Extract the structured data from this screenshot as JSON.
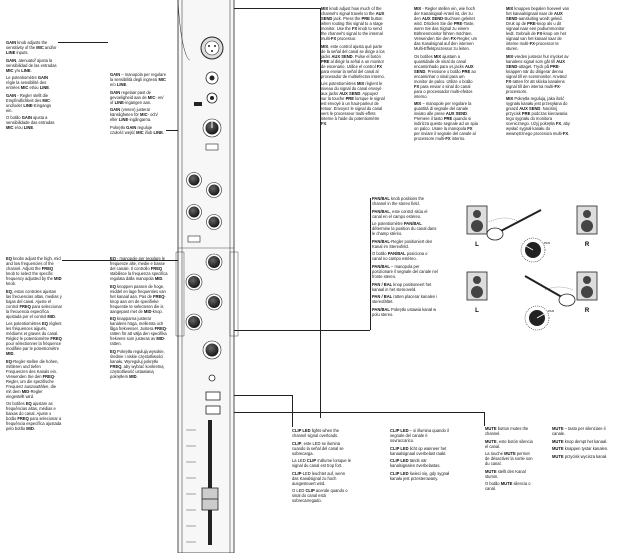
{
  "gain_col": {
    "p1": "GAIN knob adjusts the sensitivity of the MIC and/or LINE inputs.",
    "p2": "GAIN, atenuatoř ajusta la sensibilidad de las entradas MIC y/o LINE.",
    "p3": "Le potentiomètre GAIN règle la sensibilité des entrées MIC et/ou LINE.",
    "p4": "GAIN - Regler stellt die Empfindlichkeit des MIC- und/oder LINE-Eingangs ein.",
    "p5": "O botão GAIN ajusta a sensibilidade das entradas MIC e/ou LINE."
  },
  "gain_col2": {
    "p1": "GAIN – manopola per regolare la sensibilità degli ingressi MIC e/o LINE.",
    "p2": "GAIN regelaar past de gevoeligheid aan de MIC- en/ of LINE-ingangen aan.",
    "p3": "GAIN (vreten) justerar känsligheten för MIC- och/ eller LINE-ingångarna.",
    "p4": "Pokrętło GAIN reguluje czułość wejść MIC i/lub LINE."
  },
  "mix_col1": {
    "p1": "MIX knob adjust how much of the channel's signal travels to the AUX SEND jack. Press the PRE button when routing this signal to a stage monitor. Use the FX knob to send the channel's signal to the internal multi-FX processor.",
    "p2": "MIX, este control ajusta qué parte de la señal del canal se dirige a los jacks AUX SEND. Pulse el botón PRE al dirigir la señal a un monitor de escenario. Utilice el control FX para enviar la señal del canal al procesador de multiefectos interno.",
    "p3": "Les potentiomètres MIX règlent le niveau du signal du canal envoyé aux jacks AUX SEND. Appuyez sur la touche PRE lorsque le signal est envoyé à un haut-parleur de retour. Envoyez le signal du canal vers le processeur multi-effets interne à l'aide du potentiomètre FX."
  },
  "mix_col2": {
    "p1": "MIX - Regler stellen ein, wie hoch der Kanalsignal-Anteil ist, der zu den AUX SEND-Buchsen geleitet wird. Drücken Sie die PRE-Taste, wenn Sie das Signal zu einem Bühnenmonitor führen möchten. Verwenden Sie den FX-Regler, um das Kanalsignal auf den internen Multi-Effektprozessor zu leiten.",
    "p2": "Os botões MIX ajustam a quantidade de sinal do canal encaminhado para os jacks AUX SEND. Pressione o botão PRE ao encaminhar o sinal para um monitor de palco. Utilize o botão FX para enviar o sinal do canal para o processador multi-efeitos interno.",
    "p3": "MIX – manopole per regolare la quantità di segnale del canale inviato alle prese AUX SEND. Premere il tasto PRE quando si indirizza questo segnale ad un spia on palco. Usare la manopola FX per inviare il segnale del canale al processore multi-FX interno."
  },
  "mix_col3": {
    "p1": "MIX knoppen bepalen hoeveel van het kanaalsignaal naar de AUX SEND-aansluiting wordt geleid. Druk op de PRE-knop als u dit signaal naar een podiummonitor leidt. Gebruik de FX-knop om het signaal van het kanaal naar de interne multi-FX-processor te sturen.",
    "p2": "MIX-vreden justerar hur mycket av kanalens signal som går till AUX SEND-uttaget. Tryck på PRE-knappen när du dirigerar denna signal till en scenmonitor. Använd FX-ratten för att skicka kanalens signal till den interna multi-FX-processorn.",
    "p3": "MIX Pokrętła regulują, jaka ilość sygnału kanału jest przesyłana do gniazd AUX SEND. Naciśnij przycisk PRE podczas kierowania tego sygnału do monitora scenicznego. Użyj pokrętła FX, aby wysłać sygnał kanału do wewnętrznego procesora multi-FX."
  },
  "pan_col": {
    "p1": "PAN/BAL knob positions the channel in the stereo field.",
    "p2": "PAN/BAL, este control sitúa el canal en el campo estéreo.",
    "p3": "Le potentiomètre PAN/BAL détermine la position du canal dans le champ stéréo.",
    "p4": "PAN/BAL-Regler positioniert den Kanal im Stereofeld.",
    "p5": "O botão PAN/BAL posiciona o canal no campo estéreo.",
    "p6": "PAN/BAL – manopola per posizionare il segnale del canale nel fronte stereo.",
    "p7": "PAN / BAL knop positioneert het kanaal in het stereoveld.",
    "p8": "PAN / BAL ratten placerar kanalen i stereofältet.",
    "p9": "PAN/BAL Pokrętło ustawia kanał w polu stereo."
  },
  "eq_col1": {
    "p1": "EQ knobs adjust the high, mid and low frequencies of the channel. Adjust the FREQ knob to select the specific frequency adjusted by the MID knob.",
    "p2": "EQ, estos controles ajustan las frecuencias altas, medias y bajas del canal. Ajuste el control FREQ para seleccionar la frecuencia específica ajustada por el control MID.",
    "p3": "Les potentiomètres EQ règlent les fréquences aiguës, médiums et graves du canal. Réglez le potentiomètre FREQ pour sélectionner la fréquence modifiée par le potentiomètre MID.",
    "p4": "EQ-Regler stellen die hohen, mittleren und tiefen Frequenzen des Kanals ein. Verwenden Sie den FREQ-Regler, um die spezifische Frequenz auszuwählen, die mit dem MID-Regler eingestellt wird.",
    "p5": "Os botões EQ ajustam as frequências altas, médias e baixas do canal. Ajuste o botão FREQ para selecionar a frequência específica ajustada pelo botão MID."
  },
  "eq_col2": {
    "p1": "EQ - manopole per regolare le frequenze alte, medie e basse del canale. Il controllo FREQ stabilisce la frequenza specifica regolata dalla manopola MID.",
    "p2": "EQ knoppen passen de hoge, middel en lage frequenties van het kanaal aan. Pas de FREQ-knop aan om de specifieke frequentie te selecteren die is aangepast met de MID-knop.",
    "p3": "EQ knapparna justerar kanalens höga, mellersta och låga frekvenser. Justera FREQ-ratten för att välja den specifika frekvens som justeras av MID-ratten.",
    "p4": "EQ Pokrętła regulują wysokie, średnie i niskie częstotliwości kanału. Wyreguluj pokrętło FREQ, aby wybrać konkretną częstotliwość ustawianą pokrętłem MID."
  },
  "clip_col1": {
    "p1": "CLIP LED lights when the channel signal overloads.",
    "p2": "CLIP, este LED se ilumina cuando la señal del canal se sobrecarga.",
    "p3": "La LED CLIP s'allume lorsque le signal du canal est trop fort.",
    "p4": "CLIP-LED leuchtet auf, wenn das Kanalsignal zu hoch ausgesteuert wird.",
    "p5": "O LED CLIP acende quando o sinal do canal está sobrecarregado."
  },
  "clip_col2": {
    "p1": "CLIP LED – si illumina quando il segnale del canale è sovraccarico.",
    "p2": "CLIP LED licht op wanneer het kanaalsignaal overbelast raakt.",
    "p3": "CLIP LED tänds när kanalsignalen överbelastas.",
    "p4": "CLIP LED świeci się, gdy sygnał kanału jest przesterowany."
  },
  "mute_col1": {
    "p1": "MUTE button mutes the channel.",
    "p2": "MUTE, este botón silencia el canal.",
    "p3": "La touche MUTE permet de désactiver la sortie son du canal.",
    "p4": "MUTE stellt den Kanal stumm.",
    "p5": "O botão MUTE silencia o canal."
  },
  "mute_col2": {
    "p1": "MUTE – tasto per silenziare il canale.",
    "p2": "MUTE knop dempt het kanaal.",
    "p3": "MUTE knappen tystar kanalen.",
    "p4": "MUTE przycisk wycisza kanał."
  },
  "diagram": {
    "labels": {
      "left": "L",
      "right": "R",
      "pan": "PAN"
    }
  }
}
